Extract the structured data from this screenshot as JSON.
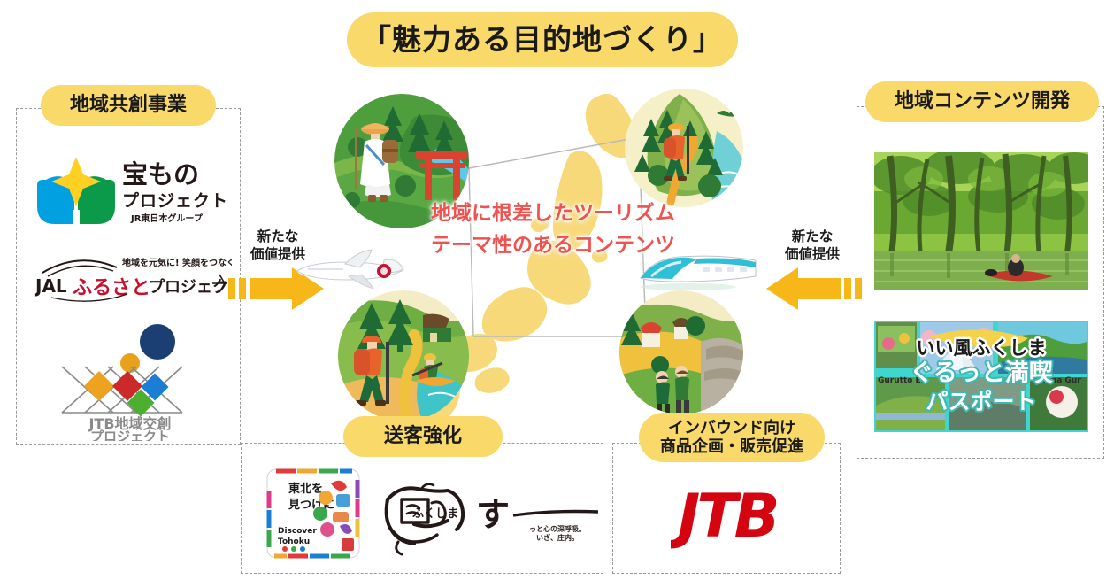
{
  "title": {
    "text": "「魅力ある目的地づくり」"
  },
  "panels": {
    "left": {
      "label": "地域共創事業",
      "logos": [
        {
          "name": "takaramono-project",
          "main": "宝もの",
          "sub": "プロジェクト",
          "group": "JR東日本グループ",
          "colors": {
            "left_hand": "#00a0e1",
            "right_hand": "#0b9a4a",
            "star": "#ffcf22"
          }
        },
        {
          "name": "jal-furusato-project",
          "tagline": "地域を元気に! 笑顔をつなぐ!",
          "brand": "JAL",
          "main": "ふるさと",
          "sub": "プロジェクト",
          "colors": {
            "brand_red": "#c8102e",
            "text": "#231815"
          }
        },
        {
          "name": "jtb-chiiki-kosou-project",
          "line1": "JTB地域交創",
          "line2": "プロジェクト",
          "colors": {
            "ball_navy": "#1b3f72",
            "ball_orange": "#e8a11b",
            "diamond_orange": "#eea320",
            "diamond_red": "#cc2a2a",
            "diamond_blue": "#1a7fd4",
            "diamond_green": "#4caf2f",
            "text": "#8a8a8a"
          }
        }
      ]
    },
    "right": {
      "label": "地域コンテンツ開発",
      "photos": [
        {
          "name": "kayak-flooded-forest",
          "caption": ""
        },
        {
          "name": "fukushima-passport",
          "line1": "いい風ふくしま",
          "line2": "ぐるっと満喫",
          "line3": "パスポート",
          "roman_left": "Gurutto En",
          "roman_right": "shima Gur",
          "bg": "#3fd6cf"
        }
      ]
    },
    "bottom_left": {
      "label": "送客強化",
      "logos": [
        {
          "name": "discover-tohoku",
          "jp_line1": "東北を",
          "jp_line2": "見つけに",
          "en_line1": "Discover",
          "en_line2": "Tohoku",
          "stamp": "東北"
        },
        {
          "name": "fukushima-calligraphy",
          "text": "風ふくしま"
        },
        {
          "name": "shonai-su",
          "big": "す",
          "tag_line1": "っと心の深呼吸。",
          "tag_line2": "いざ、庄内。"
        }
      ]
    },
    "bottom_right": {
      "label_line1": "インバウンド向け",
      "label_line2": "商品企画・販売促進",
      "logo": {
        "name": "jtb",
        "text": "JTB",
        "color": "#d40511"
      }
    }
  },
  "center": {
    "line1": "地域に根差したツーリズム",
    "line2": "テーマ性のあるコンテンツ",
    "color": "#ef5350",
    "map_color": "#f8d97a"
  },
  "arrows": {
    "left": {
      "line1": "新たな",
      "line2": "価値提供",
      "color": "#f7b718",
      "direction": "right"
    },
    "right": {
      "line1": "新たな",
      "line2": "価値提供",
      "color": "#f7b718",
      "direction": "left"
    }
  },
  "illustrations": [
    {
      "name": "pilgrim-torii-forest",
      "position": "top-left"
    },
    {
      "name": "hiker-mountain-trail",
      "position": "top-right"
    },
    {
      "name": "trekker-canoe-river",
      "position": "bottom-left"
    },
    {
      "name": "village-rice-terrace-walkers",
      "position": "bottom-right"
    }
  ],
  "vehicles": [
    {
      "name": "jal-airplane",
      "position": "left-center"
    },
    {
      "name": "shinkansen-train",
      "position": "right-center"
    }
  ]
}
